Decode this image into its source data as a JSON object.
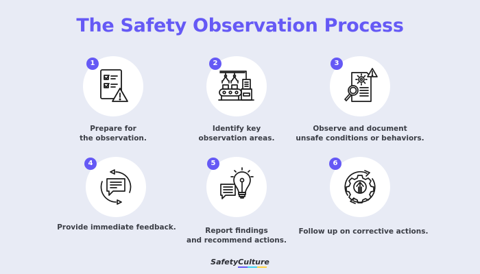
{
  "header": {
    "title": "The Safety Observation Process"
  },
  "colors": {
    "accent": "#6559f5",
    "background": "#e8ebf5",
    "circle": "#ffffff",
    "text": "#3a3d45"
  },
  "steps": [
    {
      "number": "1",
      "icon": "checklist-warning-icon",
      "lines": [
        "Prepare for",
        "the observation."
      ]
    },
    {
      "number": "2",
      "icon": "factory-conveyor-icon",
      "lines": [
        "Identify key",
        "observation areas."
      ]
    },
    {
      "number": "3",
      "icon": "document-search-warning-icon",
      "lines": [
        "Observe and document",
        "unsafe conditions or behaviors."
      ]
    },
    {
      "number": "4",
      "icon": "feedback-chat-cycle-icon",
      "lines": [
        "Provide immediate feedback."
      ]
    },
    {
      "number": "5",
      "icon": "report-lightbulb-icon",
      "lines": [
        "Report findings",
        "and recommend actions."
      ]
    },
    {
      "number": "6",
      "icon": "gear-improvement-cycle-icon",
      "lines": [
        "Follow up on corrective actions."
      ]
    }
  ],
  "footer": {
    "logo_text": "SafetyCulture"
  }
}
